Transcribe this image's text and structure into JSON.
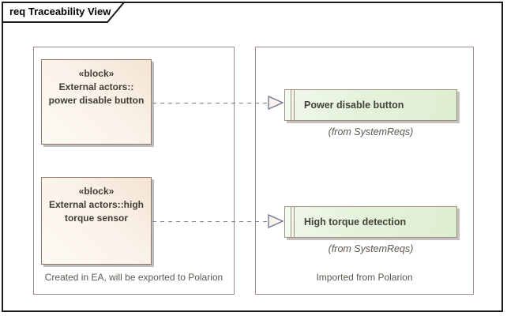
{
  "frame": {
    "title": "req Traceability View"
  },
  "left_container": {
    "caption": "Created in EA, will be exported to Polarion",
    "blocks": [
      {
        "stereotype": "«block»",
        "name_lines": [
          "External actors::",
          "power disable button"
        ]
      },
      {
        "stereotype": "«block»",
        "name_lines": [
          "External actors::high",
          "torque sensor"
        ]
      }
    ]
  },
  "right_container": {
    "caption": "Imported from Polarion",
    "requirements": [
      {
        "name": "Power disable button",
        "source": "(from SystemReqs)"
      },
      {
        "name": "High torque detection",
        "source": "(from SystemReqs)"
      }
    ]
  },
  "connectors": [
    {
      "from": "External actors::power disable button",
      "to": "Power disable button",
      "style": "dashed-trace"
    },
    {
      "from": "External actors::high torque sensor",
      "to": "High torque detection",
      "style": "dashed-trace"
    }
  ],
  "icons": {
    "arrowhead": "open-triangle-right",
    "requirement_bars": "double-vertical-bars"
  },
  "colors": {
    "frame_border": "#1b1b1b",
    "container_border": "#9c8a8a",
    "block_fill_light": "#fdfaf5",
    "block_fill_dark": "#f3e3d3",
    "block_border": "#8d7567",
    "requirement_fill_light": "#f1f8ec",
    "requirement_fill_dark": "#dceed0",
    "requirement_border": "#a29181",
    "connector": "#7b8398",
    "text_dark": "#403d36",
    "text_muted": "#5e584e"
  }
}
